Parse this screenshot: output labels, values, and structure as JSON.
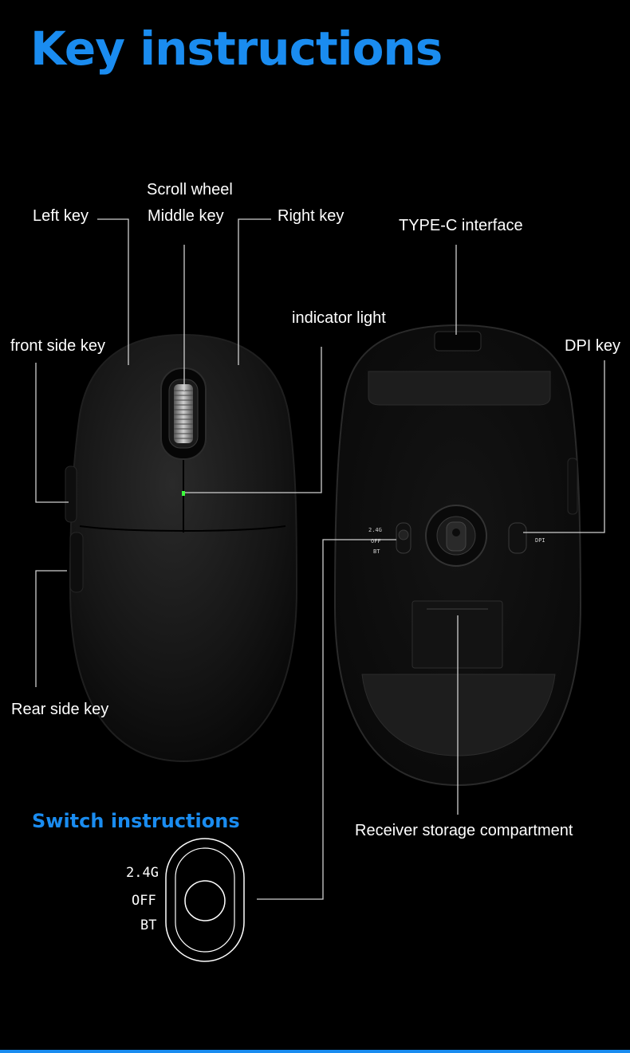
{
  "title": "Key instructions",
  "labels": {
    "scroll_wheel": "Scroll wheel",
    "middle_key": "Middle key",
    "left_key": "Left key",
    "right_key": "Right key",
    "type_c": "TYPE-C interface",
    "indicator_light": "indicator light",
    "front_side_key": "front side key",
    "dpi_key": "DPI key",
    "rear_side_key": "Rear side key",
    "receiver_storage": "Receiver storage compartment"
  },
  "switch": {
    "title": "Switch instructions",
    "options": [
      "2.4G",
      "OFF",
      "BT"
    ]
  },
  "bottom_marks": {
    "switch_small": [
      "2.4G",
      "OFF",
      "BT"
    ],
    "dpi_small": "DPI"
  },
  "colors": {
    "accent": "#1a8cf0",
    "indicator": "#3cff3c",
    "background": "#000000"
  }
}
